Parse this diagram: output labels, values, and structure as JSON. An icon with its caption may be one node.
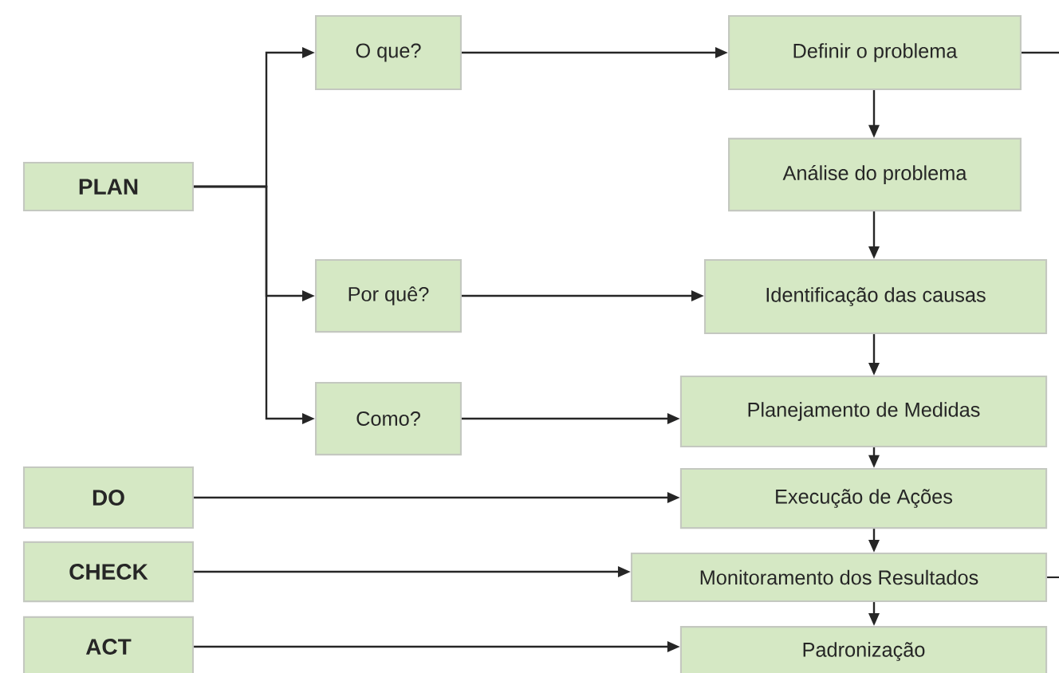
{
  "diagram": {
    "nodes": [
      {
        "text": [
          "PLAN"
        ]
      },
      {
        "text": [
          "O que?"
        ]
      },
      {
        "text": [
          "Por quê?"
        ]
      },
      {
        "text": [
          "Como?"
        ]
      },
      {
        "text": [
          "DO"
        ]
      },
      {
        "text": [
          "CHECK"
        ]
      },
      {
        "text": [
          "ACT"
        ]
      },
      {
        "text": [
          "Definir o problema"
        ]
      },
      {
        "text": [
          "Análise do problema"
        ]
      },
      {
        "text": [
          "Identificação das causas"
        ]
      },
      {
        "text": [
          "Planejamento de Medidas"
        ]
      },
      {
        "text": [
          "Execução de Ações"
        ]
      },
      {
        "text": [
          "Monitoramento dos Resultados"
        ]
      },
      {
        "text": [
          "Padronização"
        ]
      }
    ],
    "edges": [
      {
        "from": 0,
        "to": 1,
        "arrow": "to"
      },
      {
        "from": 0,
        "to": 2,
        "arrow": "to"
      },
      {
        "from": 0,
        "to": 3,
        "arrow": "to"
      },
      {
        "from": 1,
        "to": 7,
        "arrow": "to"
      },
      {
        "from": 2,
        "to": 9,
        "arrow": "to"
      },
      {
        "from": 3,
        "to": 10,
        "arrow": "to"
      },
      {
        "from": 4,
        "to": 11,
        "arrow": "to"
      },
      {
        "from": 5,
        "to": 12,
        "arrow": "to"
      },
      {
        "from": 6,
        "to": 13,
        "arrow": "to"
      },
      {
        "from": 7,
        "to": 8,
        "arrow": "to"
      },
      {
        "from": 8,
        "to": 9,
        "arrow": "to"
      },
      {
        "from": 9,
        "to": 10,
        "arrow": "to"
      },
      {
        "from": 10,
        "to": 11,
        "arrow": "to"
      },
      {
        "from": 11,
        "to": 12,
        "arrow": "to"
      },
      {
        "from": 12,
        "to": 13,
        "arrow": "to"
      },
      {
        "from": 7,
        "to": null,
        "arrow": "none"
      },
      {
        "from": 12,
        "to": null,
        "arrow": "none"
      }
    ]
  }
}
